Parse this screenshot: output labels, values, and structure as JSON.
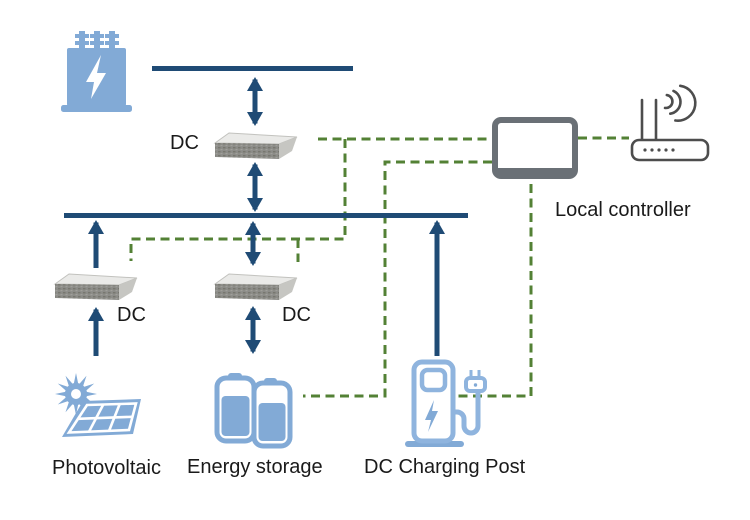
{
  "diagram": {
    "type": "dc-microgrid-architecture",
    "labels": {
      "grid_converter": "DC",
      "pv_converter": "DC",
      "storage_converter": "DC",
      "photovoltaic": "Photovoltaic",
      "energy_storage": "Energy storage",
      "dc_charging_post": "DC Charging Post",
      "local_controller": "Local controller"
    },
    "icons": [
      "transformer-icon",
      "dc-converter-icon",
      "solar-panel-icon",
      "battery-pair-icon",
      "ev-charger-icon",
      "monitor-icon",
      "wifi-router-icon"
    ],
    "colors": {
      "background": "#FFFFFF",
      "bus_navy": "#1F4B75",
      "comm_green": "#538135",
      "icon_blue": "#82AAD6",
      "icon_blue_light": "#8FB4DE",
      "controller_gray": "#6A7076",
      "router_gray": "#4D4D4D",
      "converter_dark": "#82827E",
      "converter_light": "#EAEAE8",
      "label_text": "#1A1A1A"
    },
    "edges": {
      "power": [
        {
          "from": "top-dc-bus",
          "to": "grid-converter",
          "bidirectional": true
        },
        {
          "from": "grid-converter",
          "to": "main-dc-bus",
          "bidirectional": true
        },
        {
          "from": "photovoltaic",
          "to": "pv-converter",
          "bidirectional": false
        },
        {
          "from": "pv-converter",
          "to": "main-dc-bus",
          "bidirectional": false
        },
        {
          "from": "energy-storage",
          "to": "storage-converter",
          "bidirectional": true
        },
        {
          "from": "storage-converter",
          "to": "main-dc-bus",
          "bidirectional": true
        },
        {
          "from": "dc-charging-post",
          "to": "main-dc-bus",
          "bidirectional": false
        }
      ],
      "communication": [
        {
          "from": "local-controller",
          "to": "grid-converter"
        },
        {
          "from": "local-controller",
          "to": "pv-converter"
        },
        {
          "from": "local-controller",
          "to": "storage-converter"
        },
        {
          "from": "local-controller",
          "to": "energy-storage"
        },
        {
          "from": "local-controller",
          "to": "dc-charging-post"
        },
        {
          "from": "local-controller",
          "to": "wifi-router"
        }
      ]
    }
  }
}
